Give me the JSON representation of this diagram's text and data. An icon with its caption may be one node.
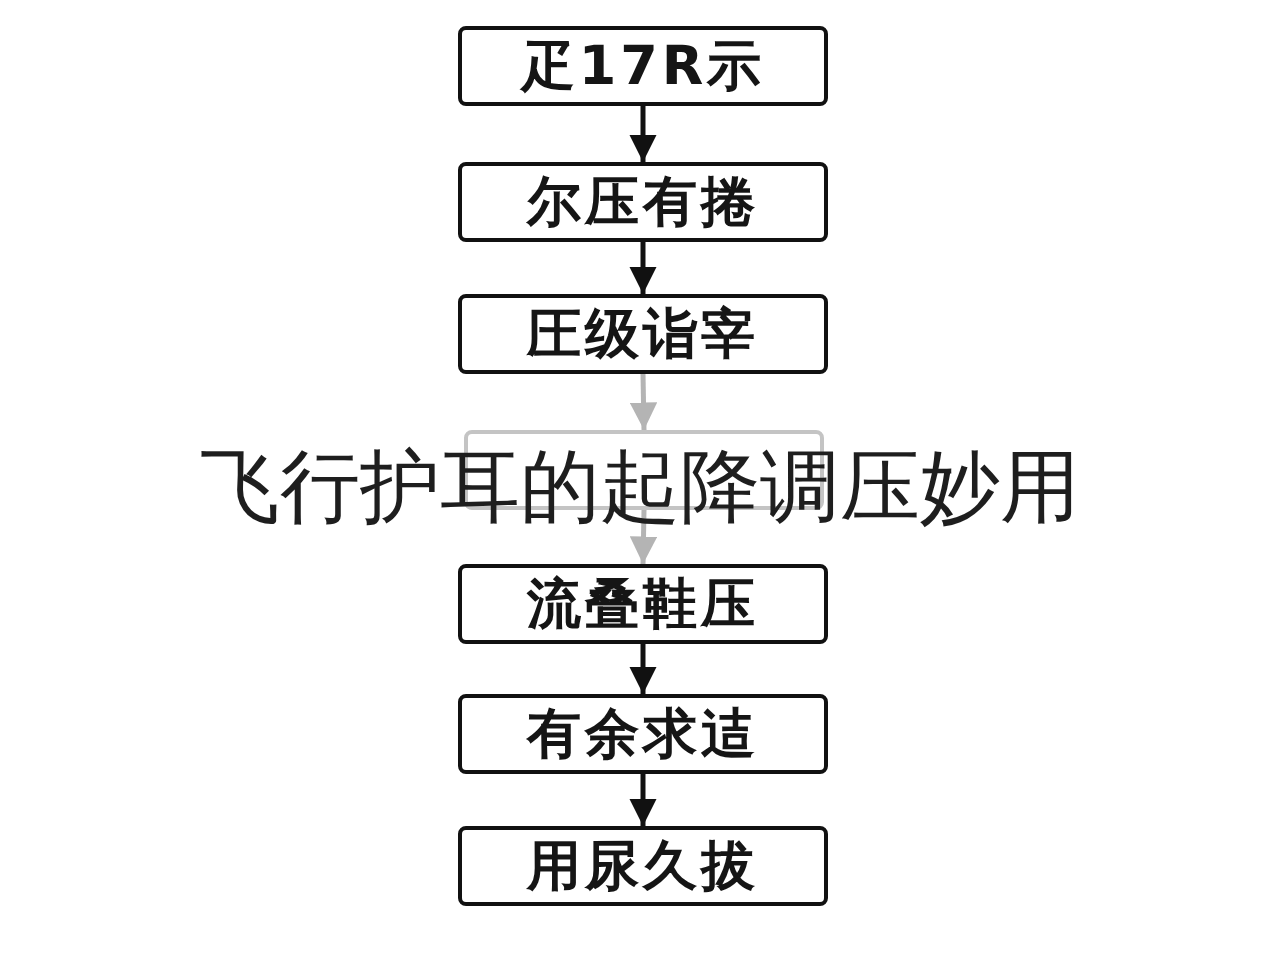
{
  "diagram": {
    "title": "飞行护耳的起降调压妙用",
    "nodes": [
      {
        "text": [
          "疋17R示"
        ]
      },
      {
        "text": [
          "尔压有捲"
        ]
      },
      {
        "text": [
          "圧级诣宰"
        ]
      },
      {
        "text": [],
        "shape": "box"
      },
      {
        "text": [
          "流叠鞋压"
        ]
      },
      {
        "text": [
          "有余求迼"
        ]
      },
      {
        "text": [
          "用尿久拔"
        ]
      }
    ],
    "edges": [
      {
        "from": 0,
        "to": 1,
        "arrow": "to"
      },
      {
        "from": 1,
        "to": 2,
        "arrow": "to"
      },
      {
        "from": 2,
        "to": 3,
        "arrow": "to",
        "color": "#b4b4b4"
      },
      {
        "from": 3,
        "to": 4,
        "arrow": "to",
        "color": "#b4b4b4"
      },
      {
        "from": 4,
        "to": 5,
        "arrow": "to"
      },
      {
        "from": 5,
        "to": 6,
        "arrow": "to"
      }
    ]
  }
}
